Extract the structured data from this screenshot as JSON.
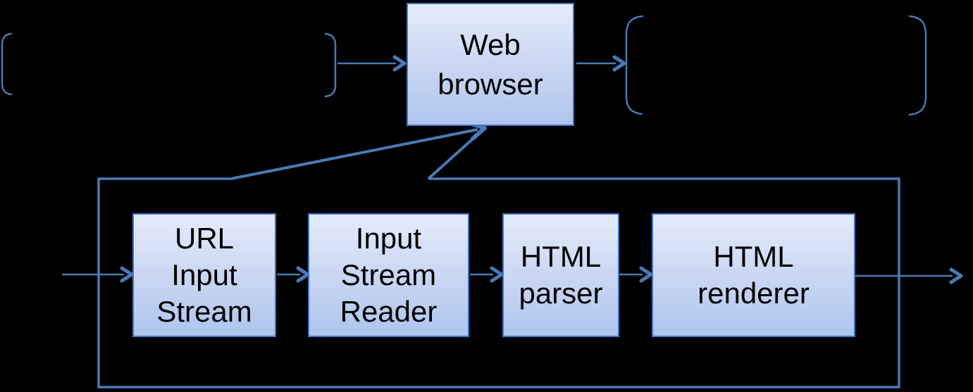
{
  "diagram": {
    "web_browser": {
      "label": "Web\nbrowser"
    },
    "pipeline": {
      "boxes": [
        {
          "label": "URL\nInput\nStream"
        },
        {
          "label": "Input\nStream\nReader"
        },
        {
          "label": "HTML\nparser"
        },
        {
          "label": "HTML\nrenderer"
        }
      ]
    }
  },
  "colors": {
    "background": "#000000",
    "stroke": "#4a79b5",
    "box_border": "#4472c4",
    "box_fill_top": "#e4ecfa",
    "box_fill_mid": "#cdd9f3",
    "box_fill_bottom": "#afc5ee",
    "text": "#000000"
  }
}
